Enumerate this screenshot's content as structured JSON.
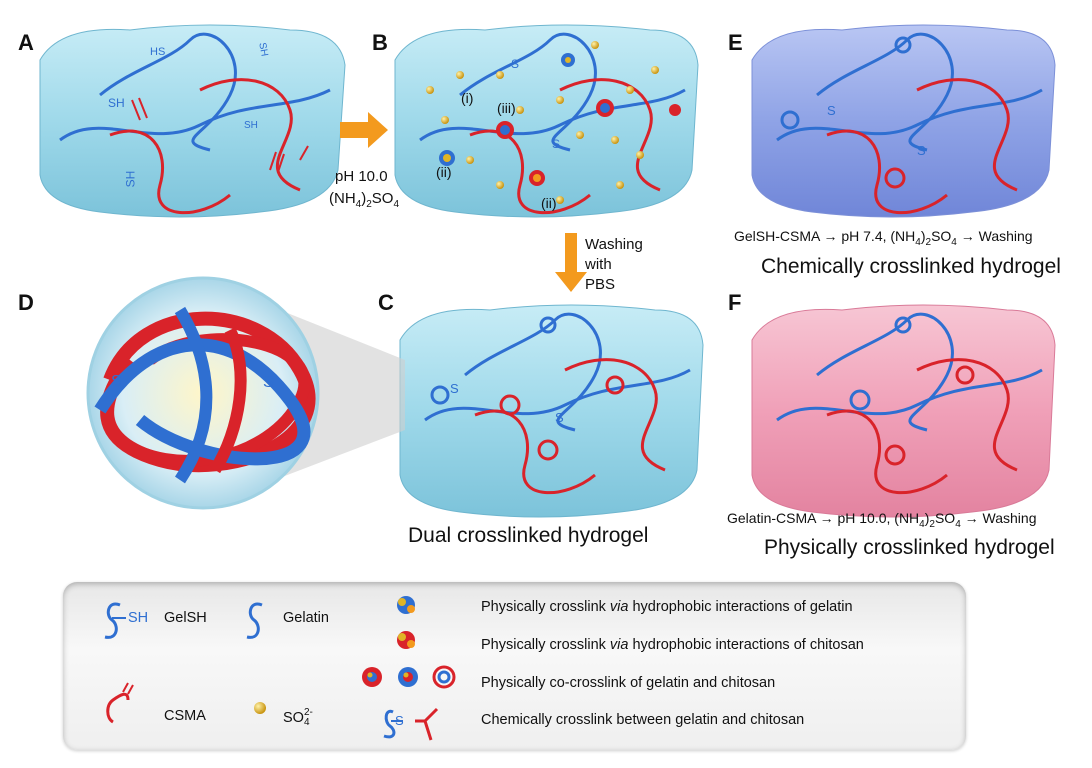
{
  "panels": {
    "a": "A",
    "b": "B",
    "c": "C",
    "d": "D",
    "e": "E",
    "f": "F"
  },
  "hydrogel_labels": {
    "hs_top": "HS",
    "sh_a": "SH",
    "sh_mid": "SH",
    "sh_vert": "SH",
    "s_tilt": "SH",
    "s_char": "S",
    "i": "(i)",
    "ii_left": "(ii)",
    "iii": "(iii)",
    "ii_bottom": "(ii)"
  },
  "condition_ab": {
    "ph": "pH 10.0",
    "salt": "(NH",
    "sub4a": "4",
    "sub2": ")",
    "sub2b": "2",
    "so": "SO",
    "sub4b": "4"
  },
  "washing": {
    "l1": "Washing",
    "l2": "with",
    "l3": "PBS"
  },
  "panel_e": {
    "cond_a": "GelSH-CSMA → pH 7.4, (NH",
    "cond_sub1": "4",
    "cond_b": ")",
    "cond_sub2": "2",
    "cond_c": "SO",
    "cond_sub3": "4",
    "cond_d": " → Washing",
    "title": "Chemically crosslinked hydrogel"
  },
  "panel_f": {
    "cond_a": "Gelatin-CSMA → pH 10.0, (NH",
    "cond_sub1": "4",
    "cond_b": ")",
    "cond_sub2": "2",
    "cond_c": "SO",
    "cond_sub3": "4",
    "cond_d": " → Washing",
    "title": "Physically crosslinked hydrogel"
  },
  "panel_c": {
    "title": "Dual crosslinked hydrogel"
  },
  "legend": {
    "gelsh_symbol": "SH",
    "gelsh": "GelSH",
    "gelatin": "Gelatin",
    "csma": "CSMA",
    "so_a": "SO",
    "so_sub": "4",
    "so_sup": "2-",
    "fs_symbol": "S",
    "phys_gel_a": "Physically crosslink ",
    "phys_gel_via": "via",
    "phys_gel_b": " hydrophobic interactions of gelatin",
    "phys_chi_a": "Physically crosslink ",
    "phys_chi_via": "via",
    "phys_chi_b": " hydrophobic interactions of chitosan",
    "co": "Physically co-crosslink of gelatin and chitosan",
    "chem": "Chemically crosslink between gelatin and chitosan"
  },
  "colors": {
    "blue_chain": "#2f6fd1",
    "red_chain": "#d9232a",
    "gel_cyan": "#9fd9ea",
    "gel_violet": "#8fa3e6",
    "gel_pink": "#f0a0b8",
    "arrow_orange": "#f39a1e",
    "sulfate": "#e0b426"
  }
}
